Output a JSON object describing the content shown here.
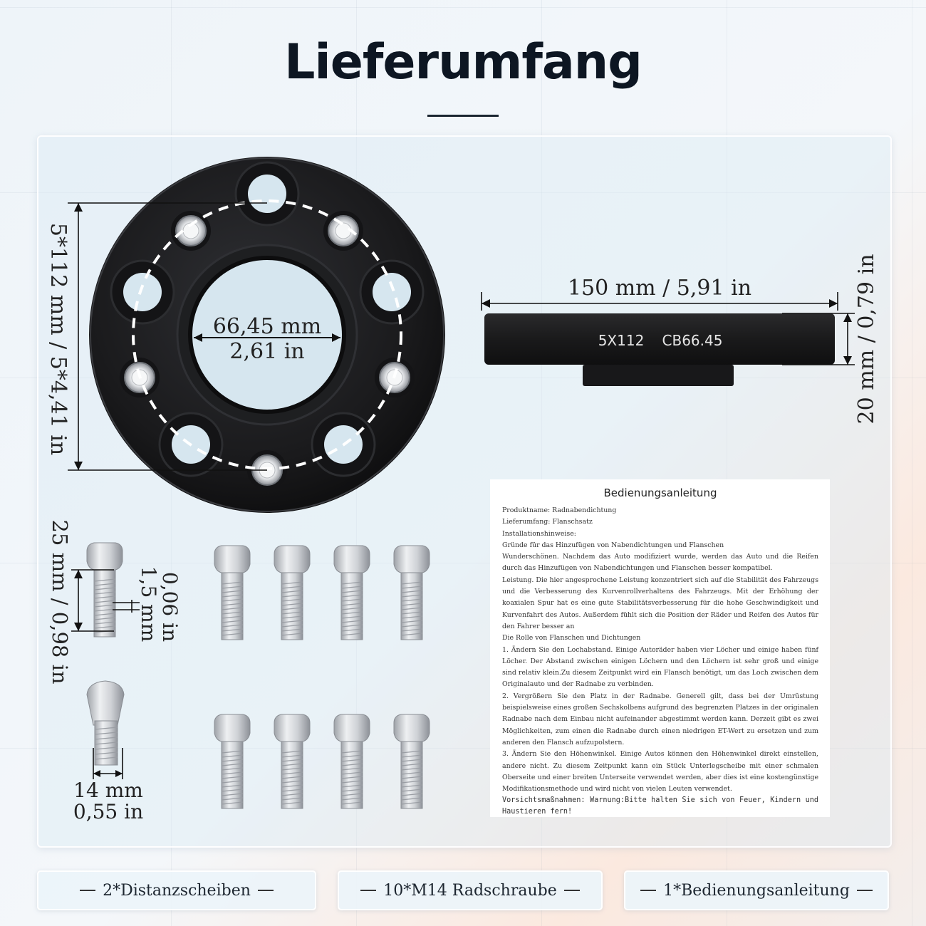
{
  "title": "Lieferumfang",
  "spacer_front": {
    "bore_mm": "66,45 mm",
    "bore_in": "2,61 in",
    "pcd_label": "5*112 mm / 5*4,41 in"
  },
  "spacer_side": {
    "diameter_label": "150 mm / 5,91 in",
    "thickness_label": "20 mm / 0,79 in",
    "engraving_pcd": "5X112",
    "engraving_cb": "CB66.45"
  },
  "bolt": {
    "length_label": "25 mm / 0,98 in",
    "pitch_mm": "1,5 mm",
    "pitch_in": "0,06 in",
    "thread_mm": "14 mm",
    "thread_in": "0,55 in"
  },
  "manual": {
    "title": "Bedienungsanleitung",
    "lines": [
      "Produktname: Radnabendichtung",
      "Lieferumfang: Flanschsatz",
      "Installationshinweise:",
      "Gründe für das Hinzufügen von Nabendichtungen und Flanschen",
      "Wunderschönen. Nachdem das Auto modifiziert wurde, werden das Auto und die Reifen durch das Hinzufügen von Nabendichtungen und Flanschen besser kompatibel.",
      "Leistung. Die hier angesprochene Leistung konzentriert sich auf die Stabilität des Fahrzeugs und die Verbesserung des Kurvenrollverhaltens des Fahrzeugs. Mit der Erhöhung der koaxialen Spur hat es eine gute Stabilitätsverbesserung für die hohe Geschwindigkeit und Kurvenfahrt des Autos. Außerdem fühlt sich die Position der Räder und Reifen des Autos für den Fahrer besser an",
      "Die Rolle von Flanschen und Dichtungen",
      "1. Ändern Sie den Lochabstand. Einige Autoräder haben vier Löcher und einige haben fünf Löcher. Der Abstand zwischen einigen Löchern und den Löchern ist sehr groß und einige sind relativ klein.Zu diesem Zeitpunkt wird ein Flansch benötigt, um das Loch zwischen dem Originalauto und der Radnabe zu verbinden.",
      "2. Vergrößern Sie den Platz in der Radnabe. Generell gilt, dass bei der Umrüstung beispielsweise eines großen Sechskolbens aufgrund des begrenzten Platzes in der originalen Radnabe nach dem Einbau nicht aufeinander abgestimmt werden kann. Derzeit gibt es zwei Möglichkeiten, zum einen die Radnabe durch einen niedrigen ET-Wert zu ersetzen und zum anderen den Flansch aufzupolstern.",
      "3. Ändern Sie den Höhenwinkel. Einige Autos können den Höhenwinkel direkt einstellen, andere nicht. Zu diesem Zeitpunkt kann ein Stück Unterlegscheibe mit einer schmalen Oberseite und einer breiten Unterseite verwendet werden, aber dies ist eine kostengünstige Modifikationsmethode und wird nicht von vielen Leuten verwendet."
    ],
    "warning": "Vorsichtsmaßnahmen: Warnung:Bitte halten Sie sich von Feuer, Kindern und Haustieren fern!"
  },
  "contents": [
    "2*Distanzscheiben",
    "10*M14 Radschraube",
    "1*Bedienungsanleitung"
  ],
  "colors": {
    "spacer": "#1b1b1d",
    "bolt": "#c9ccd0",
    "accent": "#0d1622"
  }
}
